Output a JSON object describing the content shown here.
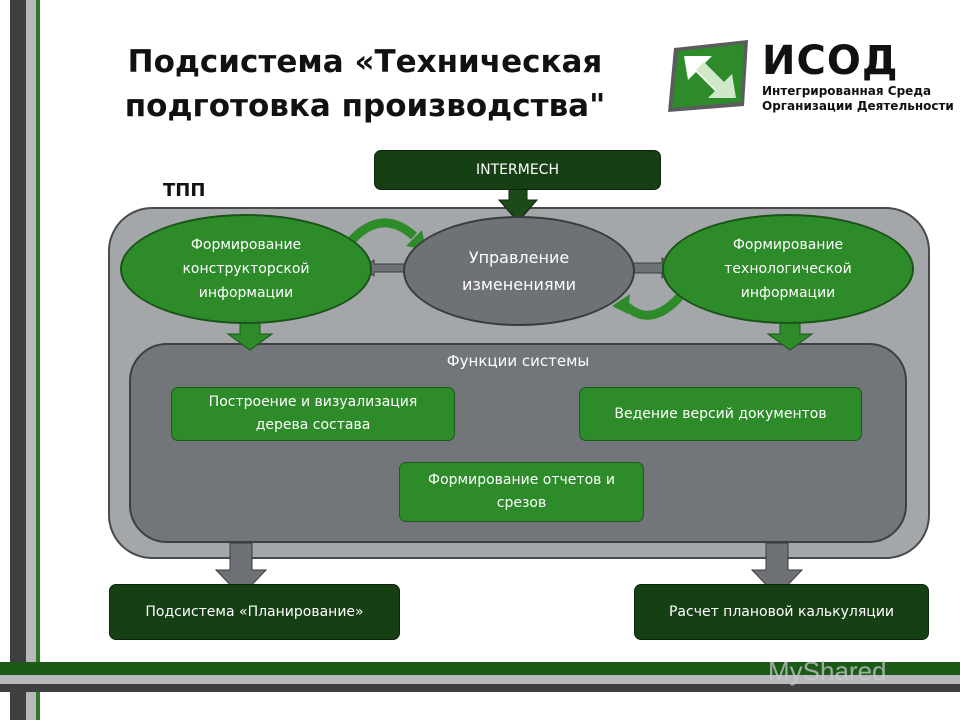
{
  "slide": {
    "title": "Подсистема «Техническая подготовка производства\"",
    "logo": {
      "name": "ИСОД",
      "subtitle_line1": "Интегрированная Среда",
      "subtitle_line2": "Организации Деятельности"
    },
    "watermark": "MyShared"
  },
  "diagram": {
    "group_label": "ТПП",
    "top_source": "INTERMECH",
    "nodes": {
      "left": "Формирование конструкторской информации",
      "center": "Управление изменениями",
      "right": "Формирование технологической информации"
    },
    "functions": {
      "title": "Функции системы",
      "items": [
        "Построение и визуализация дерева состава",
        "Ведение версий документов",
        "Формирование отчетов и срезов"
      ]
    },
    "outputs": [
      "Подсистема «Планирование»",
      "Расчет плановой калькуляции"
    ]
  },
  "colors": {
    "dark_green": "#173f14",
    "green": "#2d8b2a",
    "outer_grey": "#a4a7aa",
    "inner_grey": "#72767a"
  }
}
